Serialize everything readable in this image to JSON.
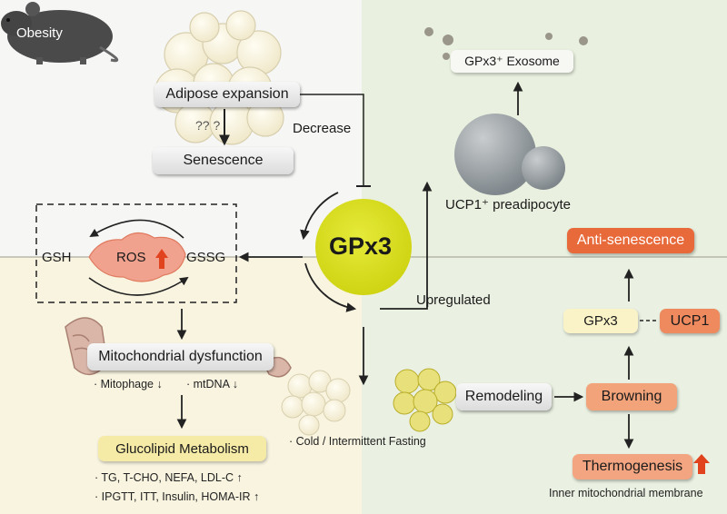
{
  "obesity": "Obesity",
  "adipose_expansion": "Adipose expansion",
  "question_marks": "?? ?",
  "senescence": "Senescence",
  "decrease": "Decrease",
  "gpx3_center": "GPx3",
  "upregulated": "Upregulated",
  "gpx3_exosome": "GPx3⁺ Exosome",
  "ucp1_preadipocyte": "UCP1⁺ preadipocyte",
  "anti_senescence": "Anti-senescence",
  "gsh": "GSH",
  "ros": "ROS",
  "gssg": "GSSG",
  "mito_dysfunction": "Mitochondrial dysfunction",
  "mitophage": "· Mitophage ↓",
  "mtdna": "· mtDNA ↓",
  "glucolipid": "Glucolipid Metabolism",
  "lipid_markers": "· TG, T-CHO, NEFA, LDL-C ↑",
  "glucose_markers": "· IPGTT, ITT, Insulin, HOMA-IR ↑",
  "cold_fasting": "· Cold / Intermittent Fasting",
  "remodeling": "Remodeling",
  "browning": "Browning",
  "gpx3_small": "GPx3",
  "ucp1": "UCP1",
  "thermogenesis": "Thermogenesis",
  "inner_membrane": "Inner mitochondrial membrane",
  "colors": {
    "bg_top_left": "#f6f6f5",
    "bg_top_right": "#e9f0df",
    "bg_bottom_left": "#f8f4e0",
    "bg_bottom_right": "#eaf1e2",
    "gpx3_circle": "#d8dc1a",
    "ros_blob": "#f0a28e",
    "anti_senescence": "#e8693a",
    "ucp1": "#ee8a5e",
    "browning": "#f3a37a",
    "thermogenesis": "#f2a580",
    "glucolipid": "#f6eba6",
    "gpx3_small": "#fbf3c8",
    "arrow_red": "#e2431f"
  }
}
